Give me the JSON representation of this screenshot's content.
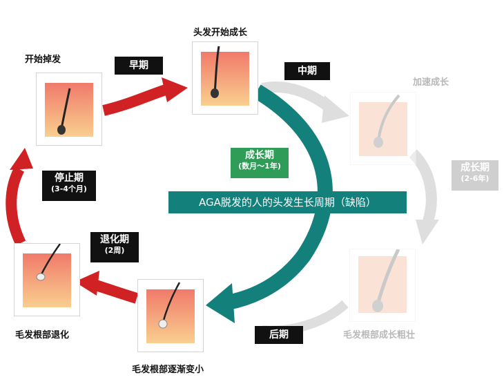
{
  "diagram": {
    "colors": {
      "red_arrow": "#d02224",
      "teal_arrow": "#14807b",
      "grey_arrow": "#d9d9d9",
      "label_black": "#111111",
      "label_green": "#2f9c57",
      "skin_top": "#f07a6a",
      "skin_bottom": "#f9cf8f"
    },
    "stages": {
      "start_growth": "头发开始成长",
      "start_shedding": "开始掉发",
      "accelerate_growth": "加速成长",
      "root_thicken": "毛发根部成长粗壮",
      "root_shrink": "毛发根部逐渐变小",
      "root_regress": "毛发根部退化"
    },
    "phases": {
      "early": "早期",
      "middle": "中期",
      "late": "后期",
      "growth": {
        "title": "成长期",
        "duration": "(2-6年)"
      },
      "growth_aga": {
        "title": "成长期",
        "duration": "(数月〜1年)"
      },
      "regression": {
        "title": "退化期",
        "duration": "(2周)"
      },
      "resting": {
        "title": "停止期",
        "duration": "(3-4个月)"
      }
    },
    "banner": "AGA脱发的人的头发生长周期（缺陷）"
  }
}
